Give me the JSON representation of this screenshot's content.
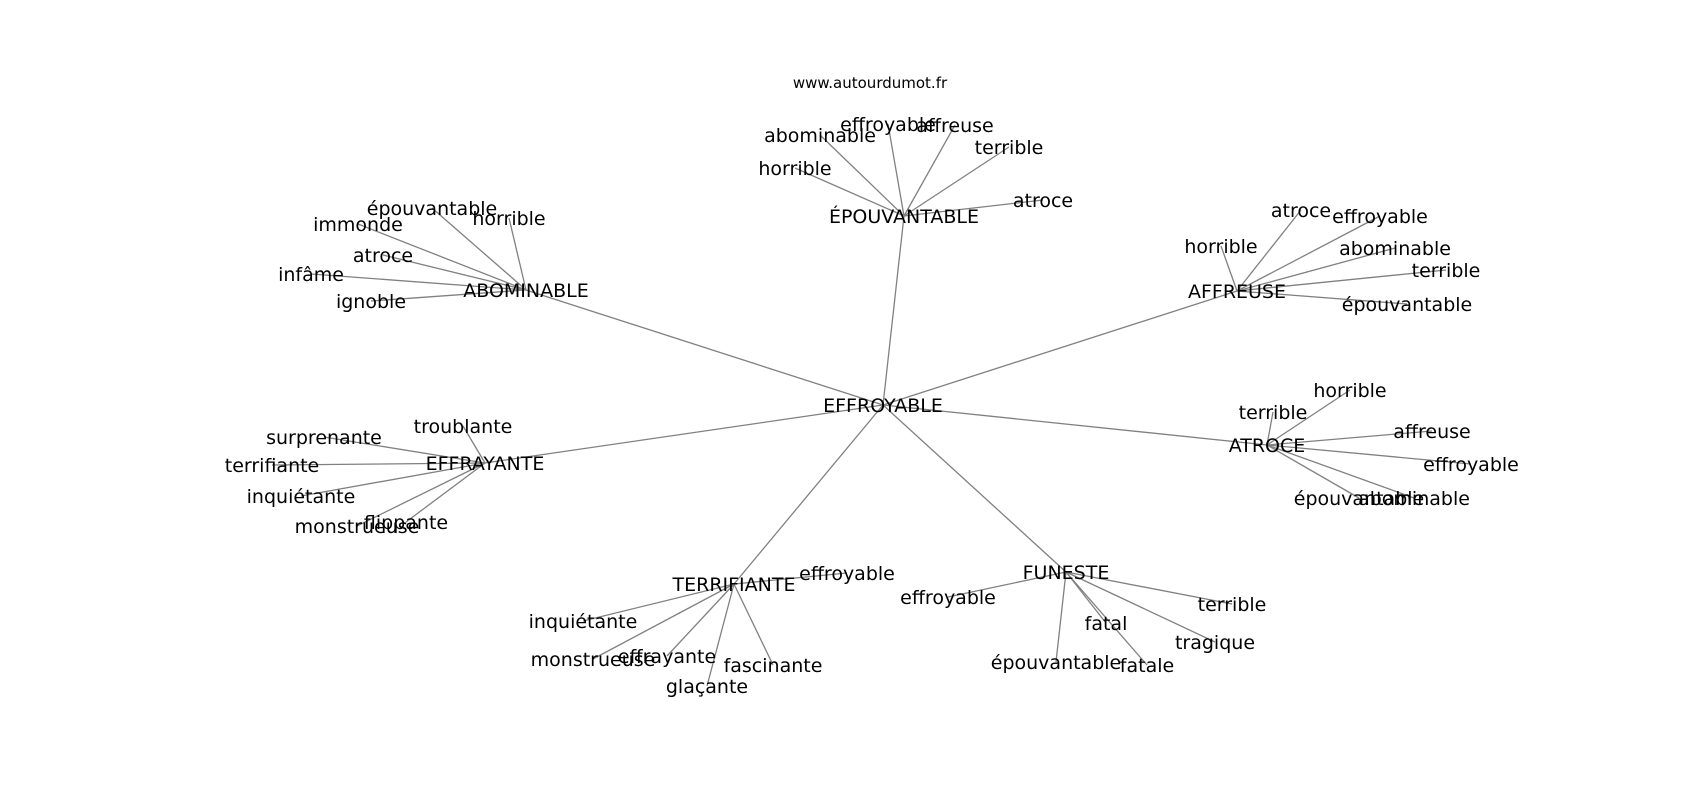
{
  "source": "www.autourdumot.fr",
  "graph": {
    "center": "EFFROYABLE",
    "clusters": [
      {
        "hub": "ÉPOUVANTABLE",
        "leaves": [
          "horrible",
          "abominable",
          "effroyable",
          "affreuse",
          "terrible",
          "atroce"
        ]
      },
      {
        "hub": "ABOMINABLE",
        "leaves": [
          "épouvantable",
          "immonde",
          "horrible",
          "atroce",
          "infâme",
          "ignoble"
        ]
      },
      {
        "hub": "AFFREUSE",
        "leaves": [
          "atroce",
          "effroyable",
          "horrible",
          "abominable",
          "terrible",
          "épouvantable"
        ]
      },
      {
        "hub": "EFFRAYANTE",
        "leaves": [
          "troublante",
          "surprenante",
          "terrifiante",
          "inquiétante",
          "monstrueuse",
          "flippante"
        ]
      },
      {
        "hub": "ATROCE",
        "leaves": [
          "horrible",
          "terrible",
          "affreuse",
          "effroyable",
          "abominable",
          "épouvantable"
        ]
      },
      {
        "hub": "TERRIFIANTE",
        "leaves": [
          "effroyable",
          "inquiétante",
          "monstrueuse",
          "effrayante",
          "fascinante",
          "glaçante"
        ]
      },
      {
        "hub": "FUNESTE",
        "leaves": [
          "effroyable",
          "terrible",
          "fatal",
          "tragique",
          "épouvantable",
          "fatale"
        ]
      }
    ]
  }
}
